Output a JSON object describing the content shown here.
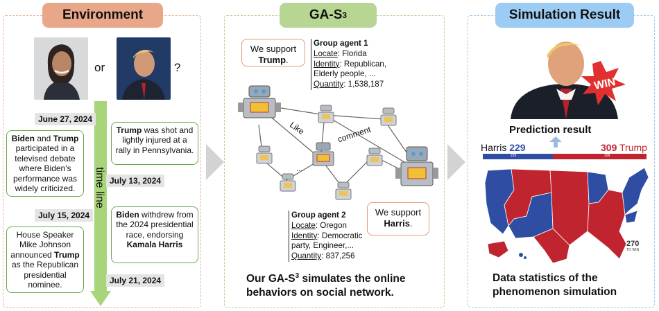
{
  "environment": {
    "title": "Environment",
    "or_label": "or",
    "question_mark": "?",
    "timeline_label": "time line",
    "events": [
      {
        "date": "June 27, 2024",
        "b1": "Biden",
        "t1": " and ",
        "b2": "Trump",
        "t2": " participated in a televised debate where Biden's performance was widely criticized."
      },
      {
        "date": "July 13, 2024",
        "b1": "Trump",
        "t1": " was shot and lightly injured at a rally in Pennsylvania."
      },
      {
        "date": "July 15, 2024",
        "t0": "House Speaker Mike Johnson announced ",
        "b1": "Trump",
        "t1": " as the Republican presidential nominee."
      },
      {
        "date": "July 21, 2024",
        "b1": "Biden",
        "t1": " withdrew from the 2024 presidential race, endorsing ",
        "b2": "Kamala Harris"
      }
    ]
  },
  "gas": {
    "title_main": "GA-S",
    "title_sup": "3",
    "agent1": {
      "speech_prefix": "We support ",
      "speech_bold": "Trump",
      "speech_suffix": ".",
      "heading": "Group agent 1",
      "locate_label": "Locate",
      "locate": ": Florida",
      "identity_label": "Identity",
      "identity": ": Republican, Elderly people, ...",
      "quantity_label": "Quantity",
      "quantity": ": 1,538,187"
    },
    "agent2": {
      "speech_prefix": "We support ",
      "speech_bold": "Harris",
      "speech_suffix": ".",
      "heading": "Group agent 2",
      "locate_label": "Locate",
      "locate": ": Oregon",
      "identity_label": "Identity",
      "identity": ": Democratic party, Engineer,...",
      "quantity_label": "Quantity",
      "quantity": ": 837,256"
    },
    "edge_like": "Like",
    "edge_comment": "comment",
    "edge_ellipsis": "...",
    "caption_pre": "Our GA-S",
    "caption_sup": "3",
    "caption_post": " simulates the online behaviors on social network."
  },
  "result": {
    "title": "Simulation Result",
    "win_badge": "WIN",
    "prediction_label": "Prediction result",
    "harris_name": "Harris",
    "harris_votes": "229",
    "trump_votes": "309",
    "trump_name": "Trump",
    "bar_left_small": "229",
    "bar_right_small": "309",
    "map_mark_number": "270",
    "map_mark_sub": "TO WIN",
    "caption": "Data statistics of the phenomenon simulation",
    "colors": {
      "democrat": "#2f4da3",
      "republican": "#c0252f",
      "win": "#e03030"
    }
  }
}
